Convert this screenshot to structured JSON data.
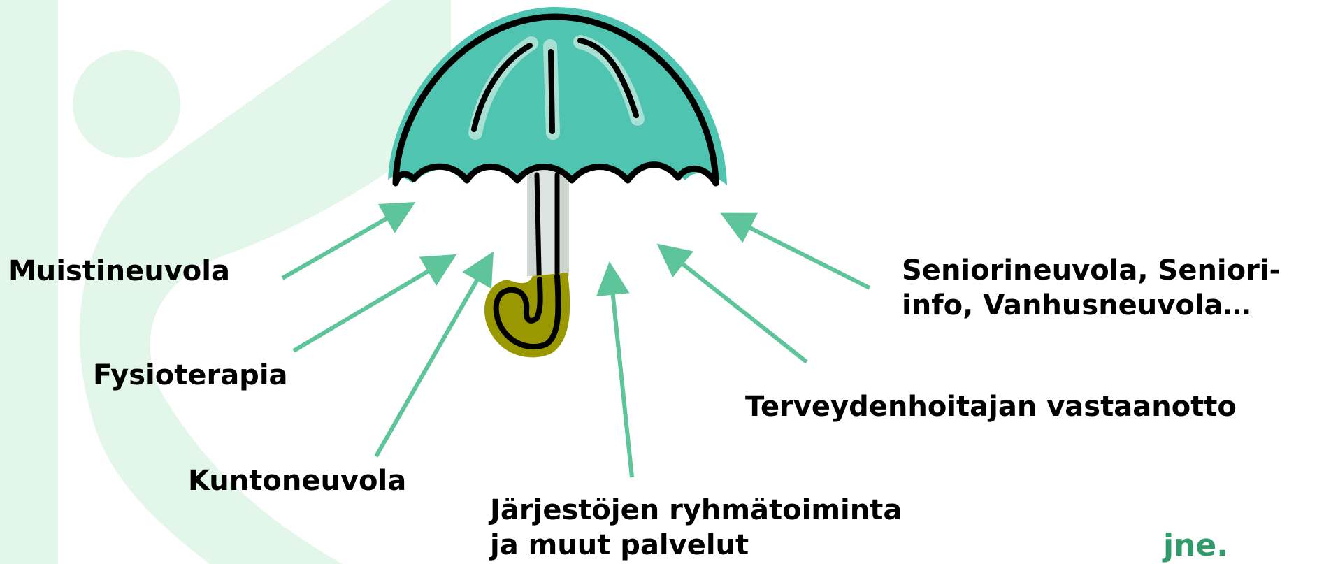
{
  "diagram": {
    "labels": {
      "muistineuvola": "Muistineuvola",
      "fysioterapia": "Fysioterapia",
      "kuntoneuvola": "Kuntoneuvola",
      "jarjestot_line1": "Järjestöjen ryhmätoiminta",
      "jarjestot_line2": "ja muut palvelut",
      "terveydenhoitaja": "Terveydenhoitajan vastaanotto",
      "senior_line1": "Seniorineuvola, Seniori-",
      "senior_line2": "info, Vanhusneuvola…",
      "jne": "jne."
    },
    "icons": [
      "umbrella-icon",
      "arrow-icon"
    ],
    "colors": {
      "arrow": "#5ec49a",
      "umbrella_canopy": "#4fc4b0",
      "umbrella_handle": "#9a9800",
      "background_shape": "#e2f6e9",
      "jne_text": "#2f9a6a"
    }
  }
}
